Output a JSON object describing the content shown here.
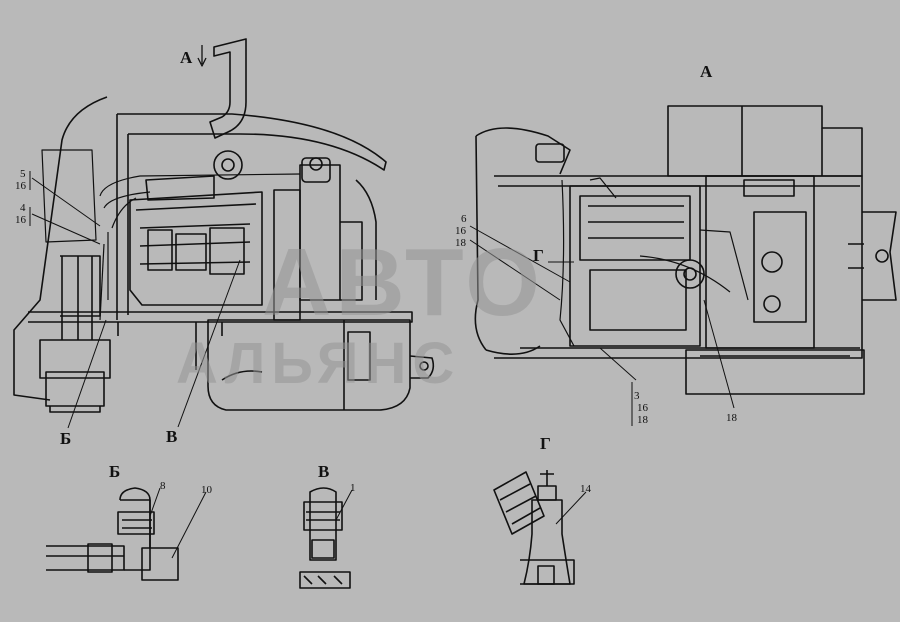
{
  "views": {
    "side_arrow_label": "А",
    "top_view_title": "А",
    "section_b": "Б",
    "section_v": "В",
    "section_g": "Г",
    "detail_b_title": "Б",
    "detail_v_title": "В",
    "detail_g_title": "Г"
  },
  "callouts": {
    "c5": "5",
    "c16a": "16",
    "c4": "4",
    "c16b": "16",
    "c6": "6",
    "c16c": "16",
    "c18a": "18",
    "c3": "3",
    "c16d": "16",
    "c18b": "18",
    "c18c": "18",
    "c8": "8",
    "c10": "10",
    "c1": "1",
    "c14": "14"
  },
  "watermark": {
    "line1": "АВТО",
    "line2": "АЛЬЯНС"
  }
}
